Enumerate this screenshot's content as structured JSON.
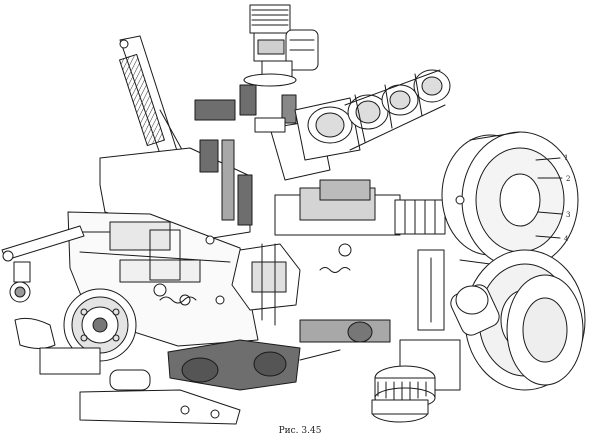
{
  "figure": {
    "caption": "Рис. 3.45",
    "callouts": [
      "1",
      "2",
      "3",
      "4"
    ],
    "colors": {
      "ink": "#1a1a1a",
      "paper": "#ffffff",
      "shade_dark": "#6e6e6e",
      "shade_mid": "#a8a8a8",
      "shade_light": "#d4d4d4"
    }
  }
}
